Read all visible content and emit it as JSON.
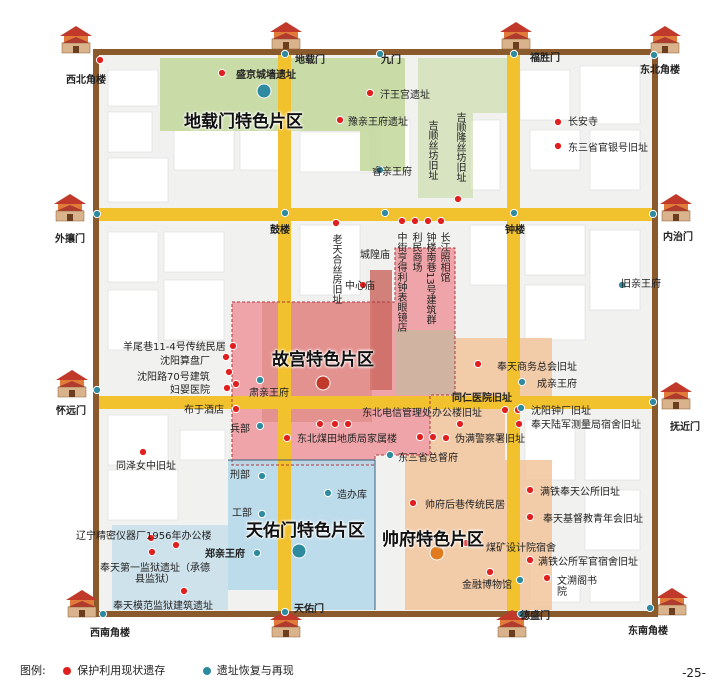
{
  "colors": {
    "wall": "#8a5a2c",
    "avenue": "#f2c12e",
    "preserve_dot": "#e01f1f",
    "restore_dot": "#2e8a9e",
    "zone_green": "#c2d79a",
    "zone_red": "#ec8a90",
    "zone_blue": "#b7d9ea",
    "zone_orange": "#f2c49b"
  },
  "zones": {
    "ditanmen": "地载门特色片区",
    "gugong": "故宫特色片区",
    "tianyoumen": "天佑门特色片区",
    "shuaifu": "帅府特色片区"
  },
  "gates": {
    "nw_corner": "西北角楼",
    "ne_corner": "东北角楼",
    "sw_corner": "西南角楼",
    "se_corner": "东南角楼",
    "ditai": "地载门",
    "jiu": "九门",
    "fusheng": "福胜门",
    "wairang": "外攘门",
    "neizhi": "内治门",
    "huaiyuan": "怀远门",
    "fujin": "抚近门",
    "tianyou": "天佑门",
    "desheng": "德盛门",
    "gulou": "鼓楼",
    "zhonglou": "钟楼"
  },
  "sites": {
    "shengjing_wall": "盛京城墙遗址",
    "wangwang": "汗王宫遗址",
    "yuqin": "豫亲王府遗址",
    "jishun_silk": "吉顺丝坊旧址",
    "jilong_silk": "吉顺隆丝坊旧址",
    "changan": "长安寺",
    "dongsan_bank": "东三省官银号旧址",
    "ruiqin": "睿亲王府",
    "laotianhe": "老天合丝房旧址",
    "lihe": "利民商场",
    "zhongjie_watch": "中街亨得利钟表眼镜店",
    "zhonglou_alley": "钟楼南巷13号建筑群",
    "changjiang": "长江照相馆",
    "chenghuang": "城隍庙",
    "zhongxin": "中心庙",
    "suqin_s": "肃亲王府",
    "yangwei": "羊尾巷11-4号传统民居",
    "shenyang_suan": "沈阳算盘厂",
    "shenyang_70": "沈阳路70号建筑",
    "fuying": "妇婴医院",
    "bubu": "布于酒店",
    "suqin": "肃亲王府",
    "bingbu": "兵部",
    "dianxin": "东北电信管理处办公楼旧址",
    "meiti": "东北煤田地质局家属楼",
    "weijing": "伪满警察署旧址",
    "dongsan_gov": "东三省总督府",
    "fengtian_shangwu": "奉天商务总会旧址",
    "chengqin": "成亲王府",
    "tongren": "同仁医院旧址",
    "shenyang_zhongchang": "沈阳钟厂旧址",
    "fengtian_army": "奉天陆军测量局宿舍旧址",
    "tongze": "同泽女中旧址",
    "xingbu": "刑部",
    "zaohuaku": "造办库",
    "gongbu": "工部",
    "mantie_suo": "满铁奉天公所旧址",
    "shuaifu_houxiang": "帅府后巷传统民居",
    "fengtian_jidu": "奉天基督教青年会旧址",
    "liaoning_yiqi": "辽宁精密仪器厂1956年办公楼",
    "zhengqin": "郑亲王府",
    "meikuang": "煤矿设计院宿舍",
    "mantie_army": "满铁公所军官宿舍旧址",
    "fengtian_jianyu": "奉天第一监狱遗址（承德县监狱）",
    "jinrong": "金融博物馆",
    "wenshuo": "文溯阁书院",
    "fengtian_mofan": "奉天模范监狱建筑遗址",
    "jiuqin": "旧亲王府"
  },
  "legend": {
    "title": "图例:",
    "preserve": "保护利用现状遗存",
    "restore": "遗址恢复与再现"
  },
  "page_number": "-25-"
}
